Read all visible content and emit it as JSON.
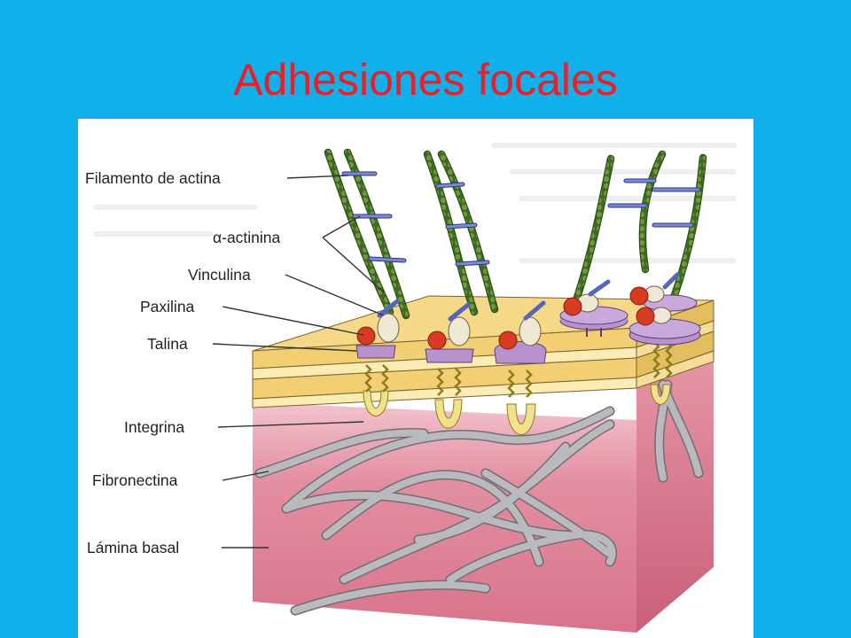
{
  "slide": {
    "title": "Adhesiones focales",
    "title_color": "#e8202a",
    "background_color": "#10b0ea"
  },
  "diagram": {
    "labels": {
      "actin": "Filamento de actina",
      "alpha_actinin": "α-actinina",
      "vinculin": "Vinculina",
      "paxillin": "Paxilina",
      "talin": "Talina",
      "integrin": "Integrina",
      "fibronectin": "Fibronectina",
      "basal_lamina": "Lámina basal"
    },
    "colors": {
      "membrane": "#f4d27a",
      "lamina": "#e07f95",
      "actin": "#4f7a2e",
      "actinin": "#5566b8",
      "paxillin": "#d83a22",
      "vinculin": "#efe8d4",
      "talin": "#b792cc",
      "integrin": "#e7d65e",
      "fibronectin": "#a9a9ad"
    }
  }
}
